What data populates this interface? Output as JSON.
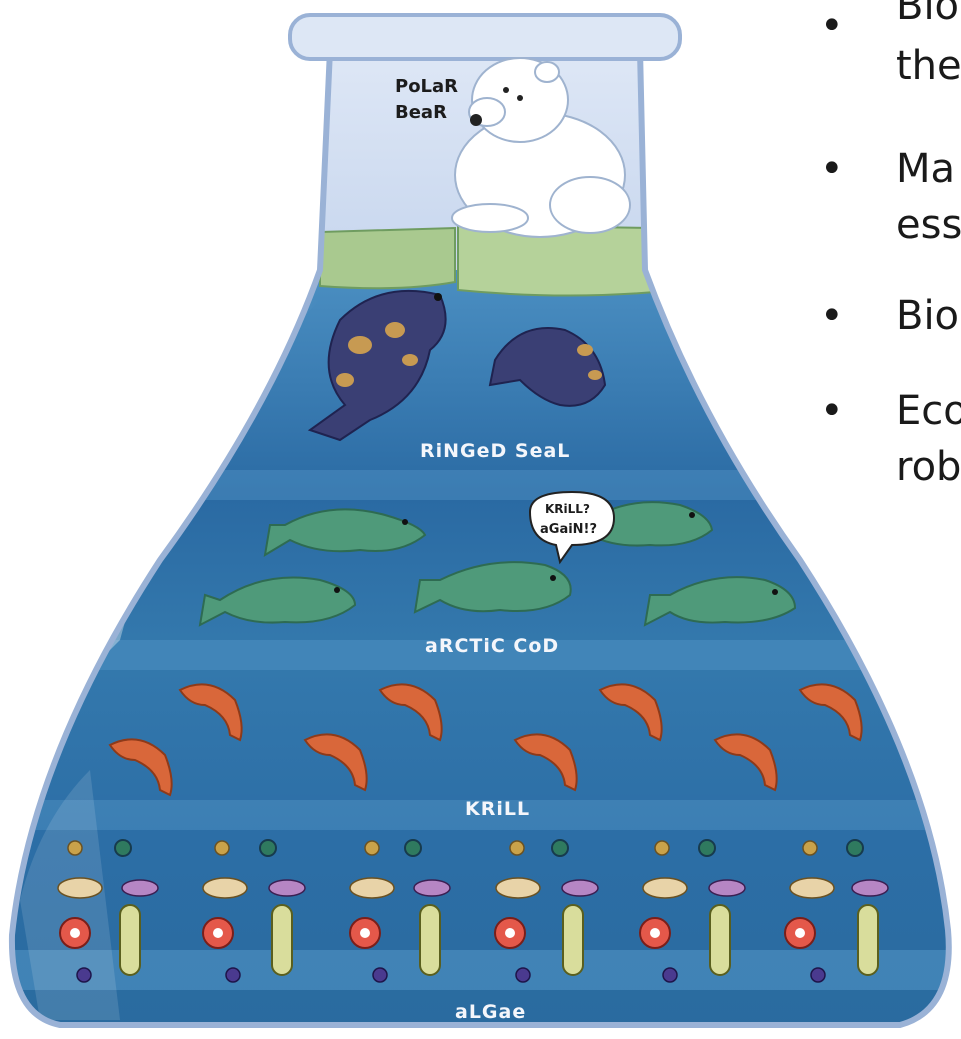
{
  "labels": {
    "polar_bear_line1": "PoLaR",
    "polar_bear_line2": "BeaR",
    "ringed_seal": "RiNGeD SeaL",
    "arctic_cod": "aRCTiC CoD",
    "krill": "KRiLL",
    "algae": "aLGae",
    "speech_line1": "KRiLL?",
    "speech_line2": "aGaiN!?"
  },
  "bullets": [
    {
      "dot": "•",
      "line1": "Bio",
      "line2": "the"
    },
    {
      "dot": "•",
      "line1": "Ma",
      "line2": "esse"
    },
    {
      "dot": "•",
      "line1": "Bio",
      "line2": ""
    },
    {
      "dot": "•",
      "line1": "Eco",
      "line2": "rob"
    }
  ],
  "colors": {
    "water_top": "#3f83b8",
    "water_bottom": "#1d4f86",
    "ice": "#a9c98f",
    "fish": "#4f9a7a",
    "krill": "#d9673a",
    "seal": "#3a3f74"
  }
}
